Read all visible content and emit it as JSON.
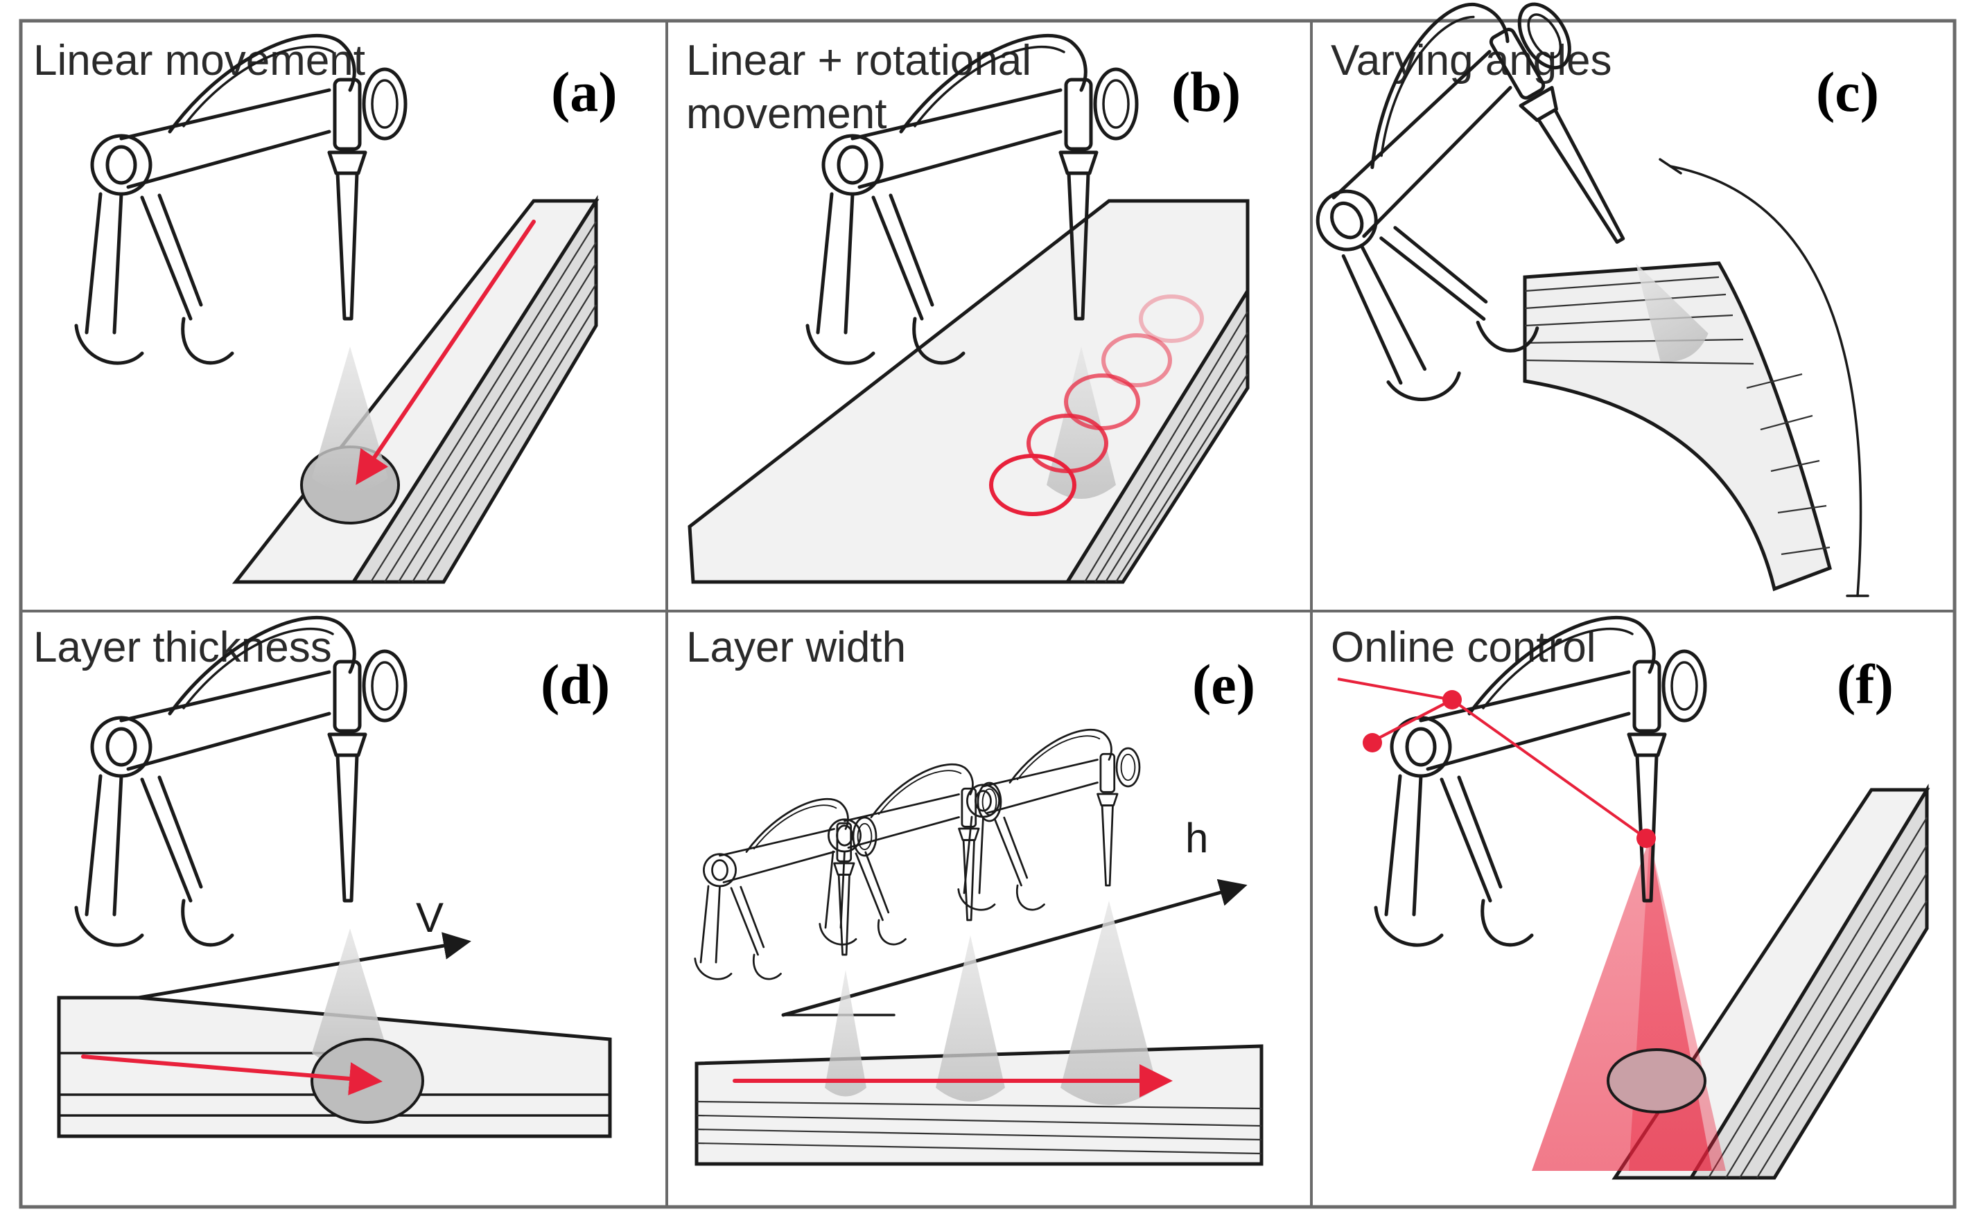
{
  "colors": {
    "accent_red": "#e8213b",
    "ink": "#1a1a1a",
    "spray_grey": "#c8c8c8",
    "surface_grey": "#f0f0f0",
    "frame": "#555555"
  },
  "panels": [
    {
      "title": "Linear movement",
      "letter": "(a)"
    },
    {
      "title": "Linear + rotational movement",
      "title_lines": [
        "Linear + rotational",
        "movement"
      ],
      "letter": "(b)"
    },
    {
      "title": "Varying angles",
      "letter": "(c)"
    },
    {
      "title": "Layer thickness",
      "letter": "(d)",
      "axis_label": "V"
    },
    {
      "title": "Layer width",
      "letter": "(e)",
      "axis_label": "h"
    },
    {
      "title": "Online control",
      "letter": "(f)"
    }
  ]
}
